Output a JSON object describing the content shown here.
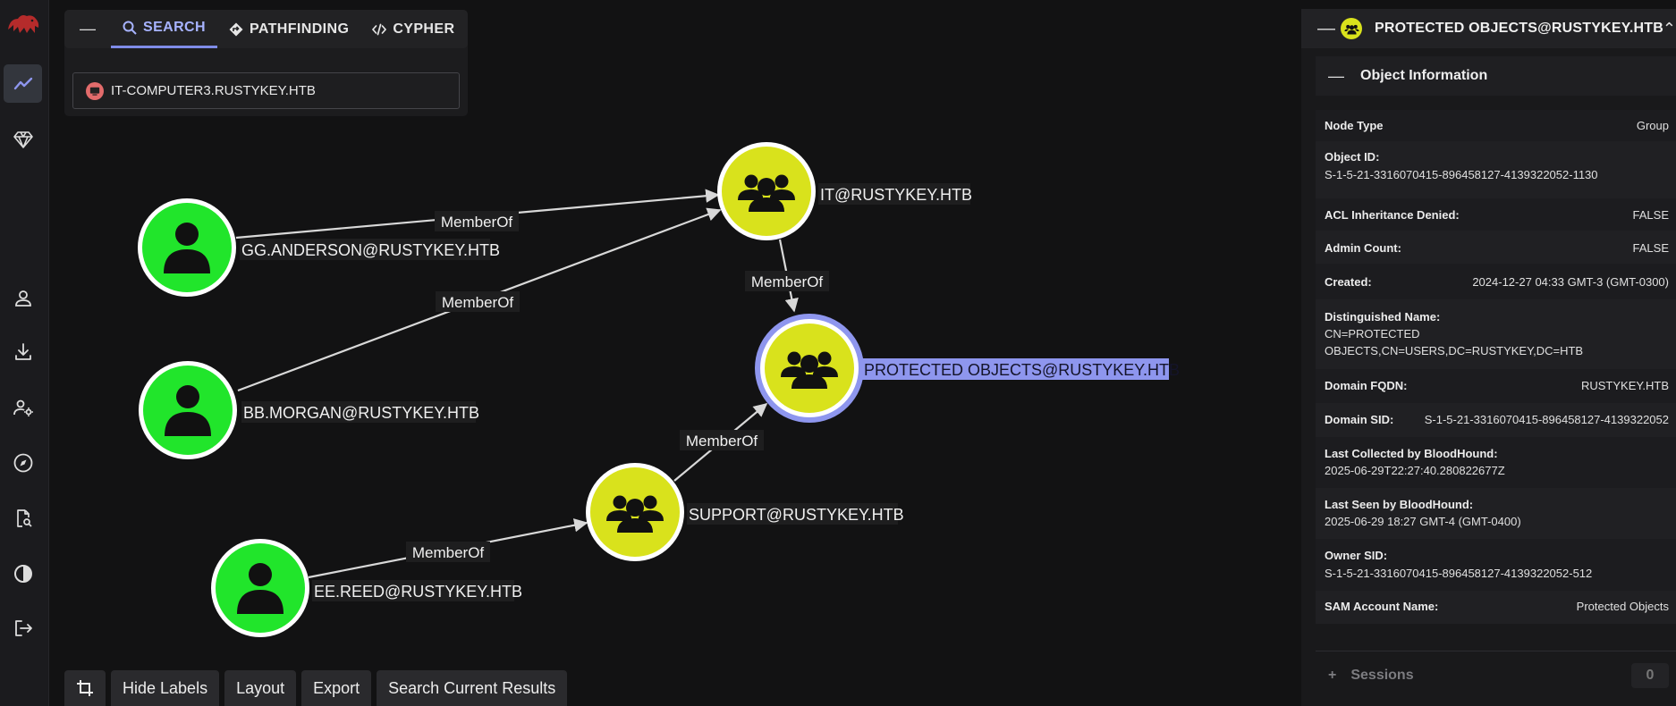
{
  "tabs": {
    "search": "SEARCH",
    "pathfinding": "PATHFINDING",
    "cypher": "CYPHER"
  },
  "search": {
    "value": "IT-COMPUTER3.RUSTYKEY.HTB"
  },
  "nodes": {
    "gg": "GG.ANDERSON@RUSTYKEY.HTB",
    "bb": "BB.MORGAN@RUSTYKEY.HTB",
    "ee": "EE.REED@RUSTYKEY.HTB",
    "it": "IT@RUSTYKEY.HTB",
    "support": "SUPPORT@RUSTYKEY.HTB",
    "protected": "PROTECTED OBJECTS@RUSTYKEY.HTB"
  },
  "edges": {
    "e1": "MemberOf",
    "e2": "MemberOf",
    "e3": "MemberOf",
    "e4": "MemberOf",
    "e5": "MemberOf"
  },
  "toolbar": {
    "hide_labels": "Hide Labels",
    "layout": "Layout",
    "export": "Export",
    "search_current": "Search Current Results"
  },
  "panel": {
    "title": "PROTECTED OBJECTS@RUSTYKEY.HTB",
    "section": "Object Information",
    "node_type_k": "Node Type",
    "node_type_v": "Group",
    "object_id_k": "Object ID:",
    "object_id_v": "S-1-5-21-3316070415-896458127-4139322052-1130",
    "acl_k": "ACL Inheritance Denied:",
    "acl_v": "FALSE",
    "admin_k": "Admin Count:",
    "admin_v": "FALSE",
    "created_k": "Created:",
    "created_v": "2024-12-27 04:33 GMT-3 (GMT-0300)",
    "dn_k": "Distinguished Name:",
    "dn_v1": "CN=PROTECTED",
    "dn_v2": "OBJECTS,CN=USERS,DC=RUSTYKEY,DC=HTB",
    "fqdn_k": "Domain FQDN:",
    "fqdn_v": "RUSTYKEY.HTB",
    "sid_k": "Domain SID:",
    "sid_v": "S-1-5-21-3316070415-896458127-4139322052",
    "lastcol_k": "Last Collected by BloodHound:",
    "lastcol_v": "2025-06-29T22:27:40.280822677Z",
    "lastseen_k": "Last Seen by BloodHound:",
    "lastseen_v": "2025-06-29 18:27 GMT-4 (GMT-0400)",
    "owner_k": "Owner SID:",
    "owner_v": "S-1-5-21-3316070415-896458127-4139322052-512",
    "sam_k": "SAM Account Name:",
    "sam_v": "Protected Objects",
    "sessions": "Sessions",
    "sessions_count": "0"
  },
  "colors": {
    "user_node": "#21e52b",
    "group_node": "#d9e21c",
    "selected_ring": "#8e96ee",
    "accent": "#7f8ce8"
  }
}
